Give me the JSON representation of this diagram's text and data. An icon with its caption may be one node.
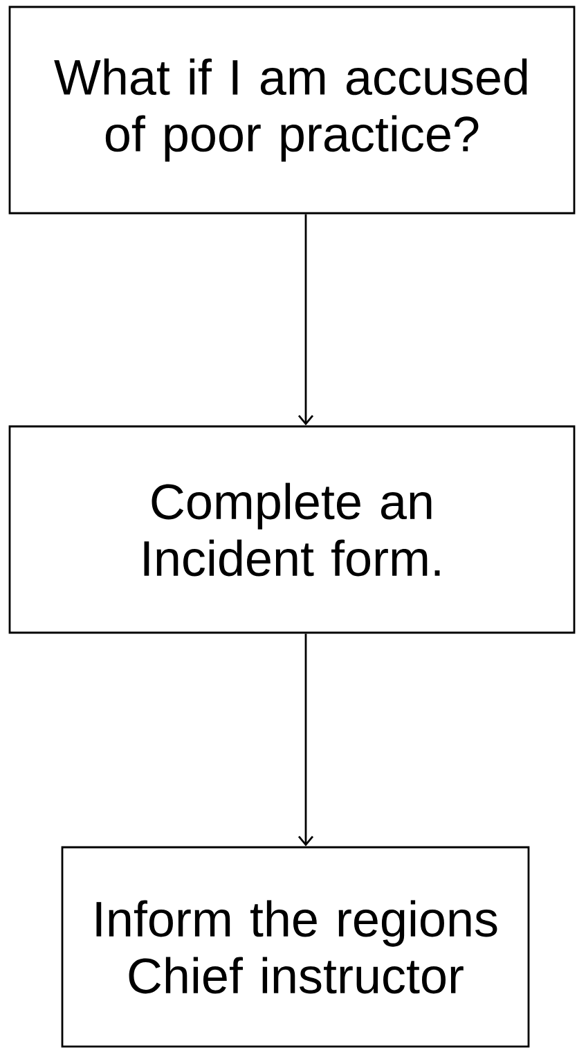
{
  "diagram": {
    "nodes": [
      {
        "text": [
          "What if I am accused of poor practice?"
        ]
      },
      {
        "text": [
          "Complete an Incident form."
        ]
      },
      {
        "text": [
          "Inform the regions Chief instructor"
        ]
      }
    ],
    "edges": [
      {
        "from": 0,
        "to": 1,
        "arrow": "to"
      },
      {
        "from": 1,
        "to": 2,
        "arrow": "to"
      }
    ]
  }
}
